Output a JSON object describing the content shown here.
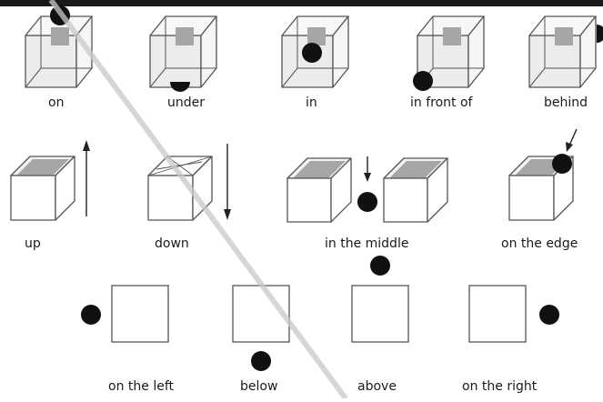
{
  "labels": {
    "on": "on",
    "under": "under",
    "in": "in",
    "in_front_of": "in front of",
    "behind": "behind",
    "up": "up",
    "down": "down",
    "in_the_middle": "in the middle",
    "on_the_edge": "on the edge",
    "on_the_left": "on the left",
    "below": "below",
    "above": "above",
    "on_the_right": "on the right"
  },
  "colors": {
    "line": "#555555",
    "face_light": "#ececec",
    "face_dark": "#a6a6a6",
    "ball": "#111111",
    "top_bar": "#1a1a1a"
  }
}
